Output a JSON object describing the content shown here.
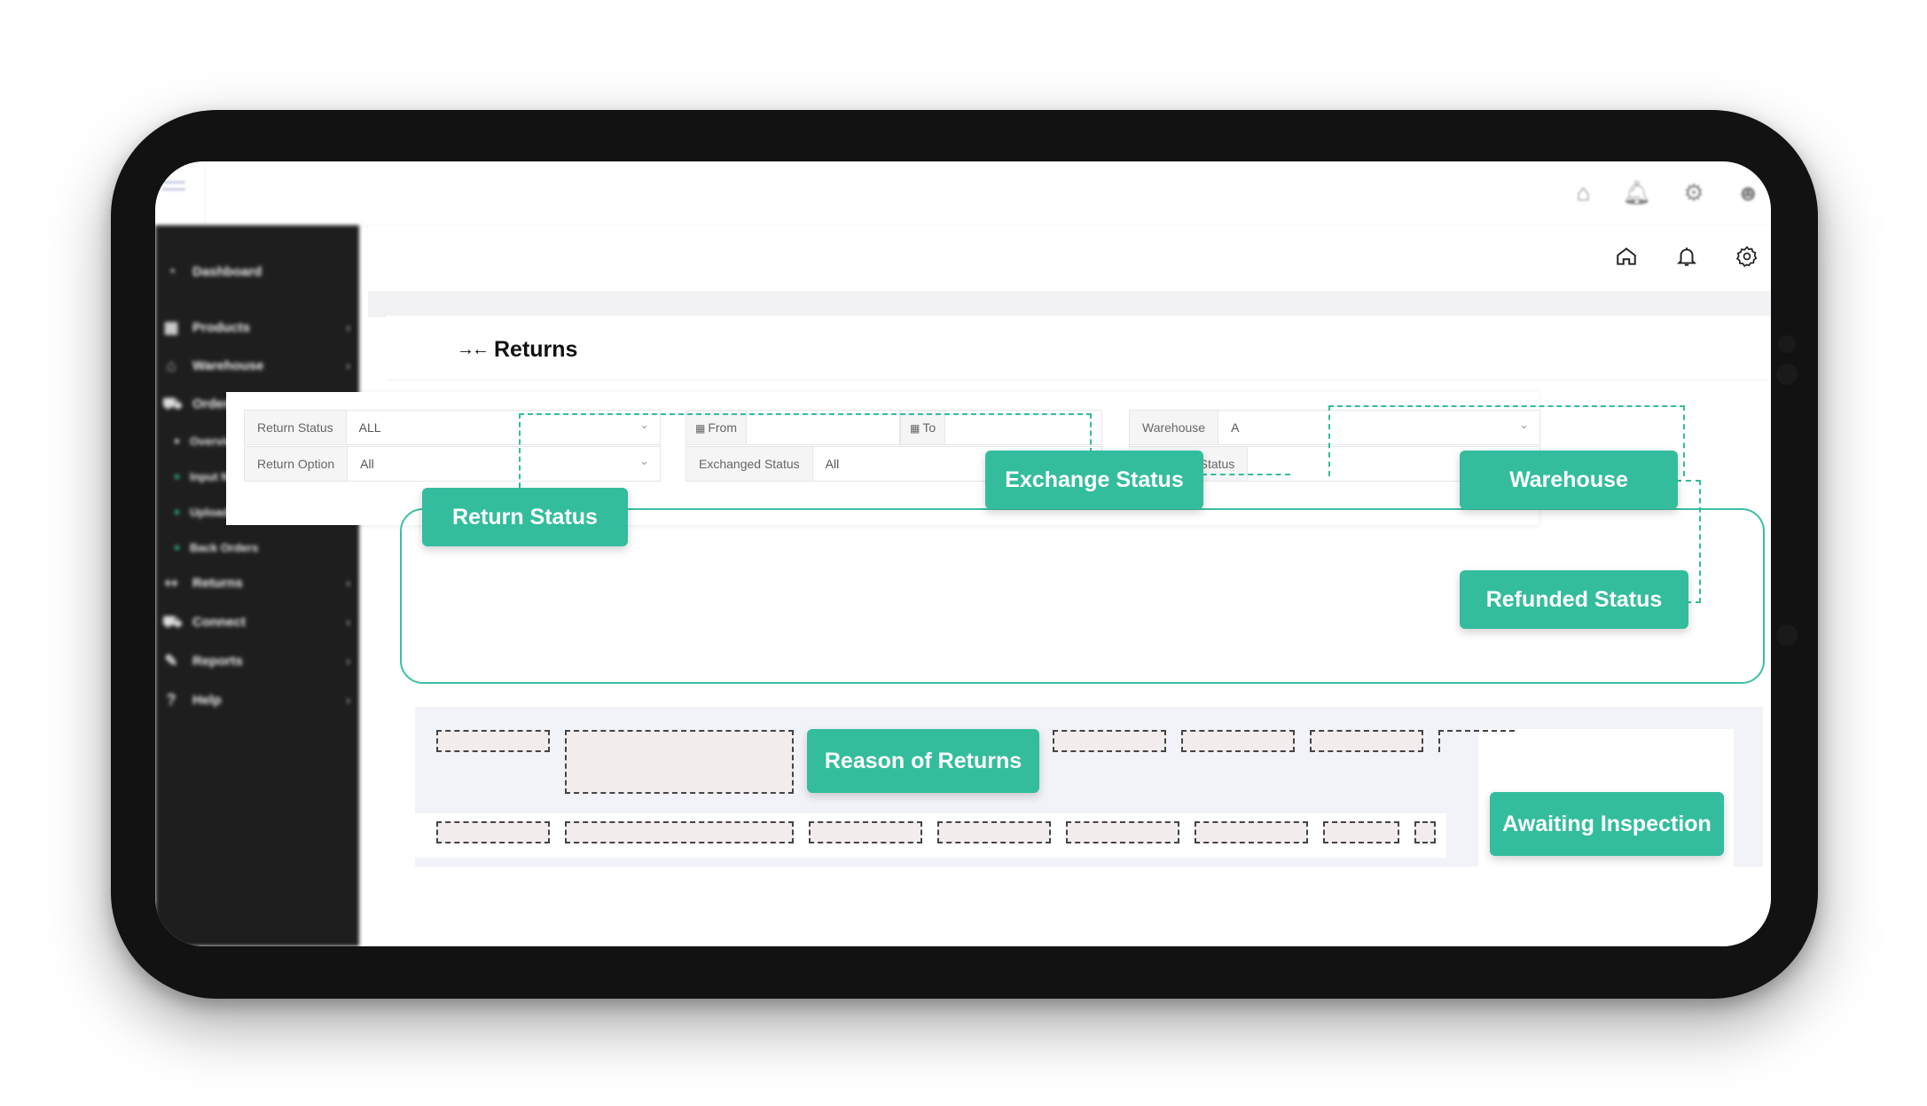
{
  "sidebar": {
    "items": [
      {
        "label": "Dashboard",
        "icon": "dashboard-icon",
        "chevron": ""
      },
      {
        "label": "Products",
        "icon": "grid-icon",
        "chevron": "›"
      },
      {
        "label": "Warehouse",
        "icon": "home-icon",
        "chevron": "›"
      },
      {
        "label": "Orders",
        "icon": "cart-icon",
        "chevron": "⌄"
      },
      {
        "label": "Returns",
        "icon": "returns-icon",
        "chevron": "›"
      },
      {
        "label": "Connect",
        "icon": "connect-icon",
        "chevron": "›"
      },
      {
        "label": "Reports",
        "icon": "report-icon",
        "chevron": "›"
      },
      {
        "label": "Help",
        "icon": "help-icon",
        "chevron": "›"
      }
    ],
    "order_sub": [
      "Overview",
      "Input New Order",
      "Upload New Order",
      "Back Orders"
    ]
  },
  "page": {
    "title": "Returns",
    "title_icon": "collapse-arrows-icon"
  },
  "filters": {
    "return_status": {
      "label": "Return Status",
      "value": "ALL"
    },
    "return_option": {
      "label": "Return Option",
      "value": "All"
    },
    "date_from": {
      "label": "From"
    },
    "date_to": {
      "label": "To"
    },
    "exchanged_status": {
      "label": "Exchanged Status",
      "value": "All"
    },
    "warehouse": {
      "label": "Warehouse",
      "value": "A"
    },
    "refunded_status": {
      "label": "Refunded Status"
    }
  },
  "annotations": {
    "return_status": "Return Status",
    "exchange_status": "Exchange Status",
    "warehouse": "Warehouse",
    "refunded_status": "Refunded Status",
    "reason_of_returns": "Reason of Returns",
    "awaiting_inspection": "Awaiting Inspection"
  },
  "colors": {
    "accent": "#33bd9d",
    "sidebar_bg": "#1e1e1e"
  }
}
